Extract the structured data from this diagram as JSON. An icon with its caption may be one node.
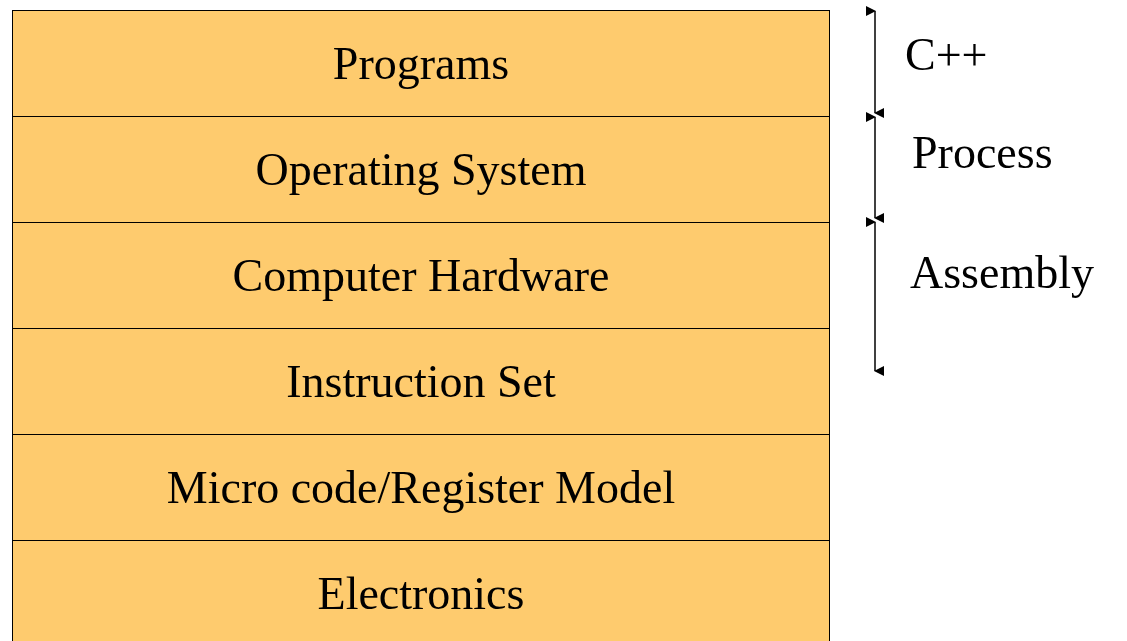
{
  "diagram": {
    "nodes": [
      {
        "text": [
          "Programs"
        ]
      },
      {
        "text": [
          "Operating System"
        ]
      },
      {
        "text": [
          "Computer Hardware"
        ]
      },
      {
        "text": [
          "Instruction Set"
        ]
      },
      {
        "text": [
          "Micro code/Register Model"
        ]
      },
      {
        "text": [
          "Electronics"
        ]
      }
    ],
    "labels": [
      "C++",
      "Process",
      "Assembly"
    ]
  }
}
